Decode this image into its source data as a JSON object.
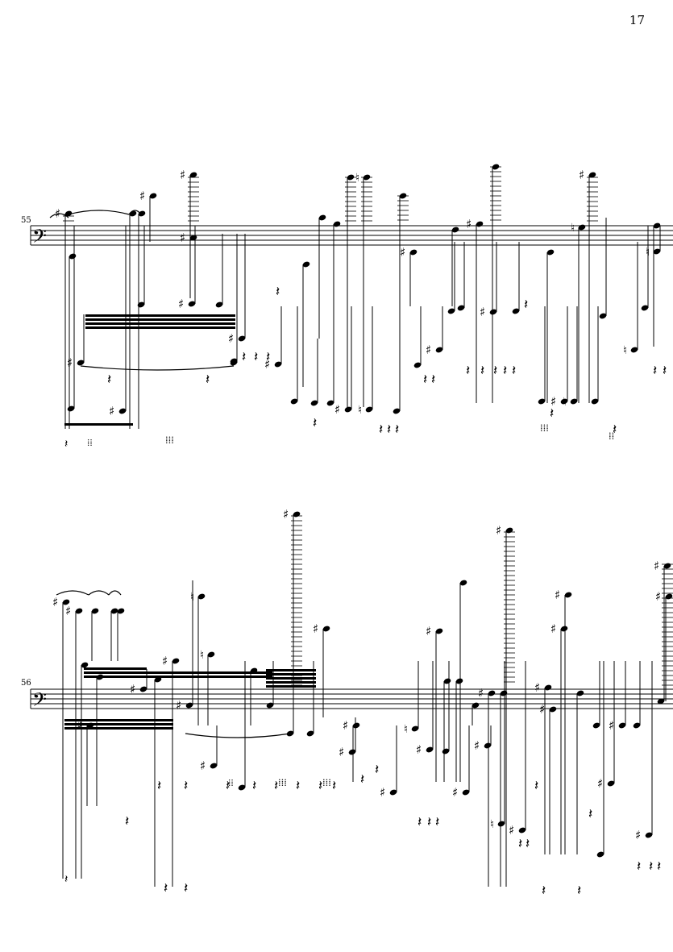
{
  "page": {
    "number": "17"
  },
  "systems": [
    {
      "id": "system-1",
      "measure_number": "55",
      "clef": "bass"
    },
    {
      "id": "system-2",
      "measure_number": "56",
      "clef": "bass"
    }
  ],
  "symbols": {
    "clef": "𝄢",
    "sharp": "♯",
    "natural": "♮",
    "quarter_rest": "𝄽"
  }
}
